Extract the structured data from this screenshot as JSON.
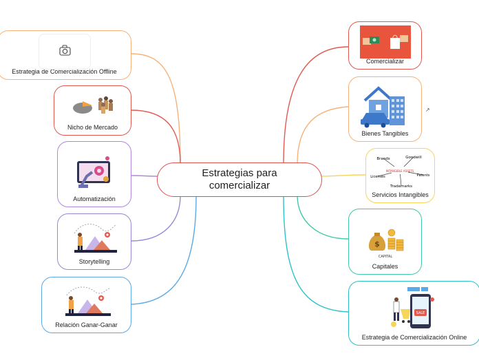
{
  "central": {
    "title": "Estrategias para comercializar",
    "border_color": "#d9534f"
  },
  "nodes": {
    "offline": {
      "label": "Estrategia de Comercialización Offline",
      "color": "#f6b27a",
      "icon": "camera-icon"
    },
    "nicho": {
      "label": "Nicho de Mercado",
      "color": "#e05a4f"
    },
    "automatizacion": {
      "label": "Automatización",
      "color": "#b185e0"
    },
    "storytelling": {
      "label": "Storytelling",
      "color": "#9a86d9"
    },
    "ganar": {
      "label": "Relación Ganar-Ganar",
      "color": "#5aa9e6"
    },
    "comercializar": {
      "label": "Comercializar",
      "color": "#e05a4f"
    },
    "tangibles": {
      "label": "Bienes Tangibles",
      "color": "#f6b27a"
    },
    "intangibles": {
      "label": "Servicios Intangibles",
      "color": "#f5d55c",
      "words": {
        "brands": "Brands",
        "goodwill": "Goodwill",
        "licenses": "Licenses",
        "patents": "Patents",
        "trademarks": "Trademarks",
        "assets": "INTANGIBLE ASSETS"
      }
    },
    "capitales": {
      "label": "Capitales",
      "color": "#3fc9a8",
      "caption": "CAPITAL"
    },
    "online": {
      "label": "Estrategia de Comercialización Online",
      "color": "#2cc2c9",
      "sale_tag": "SALE"
    }
  },
  "link_icon": "external-link-icon",
  "link_glyph": "↗"
}
